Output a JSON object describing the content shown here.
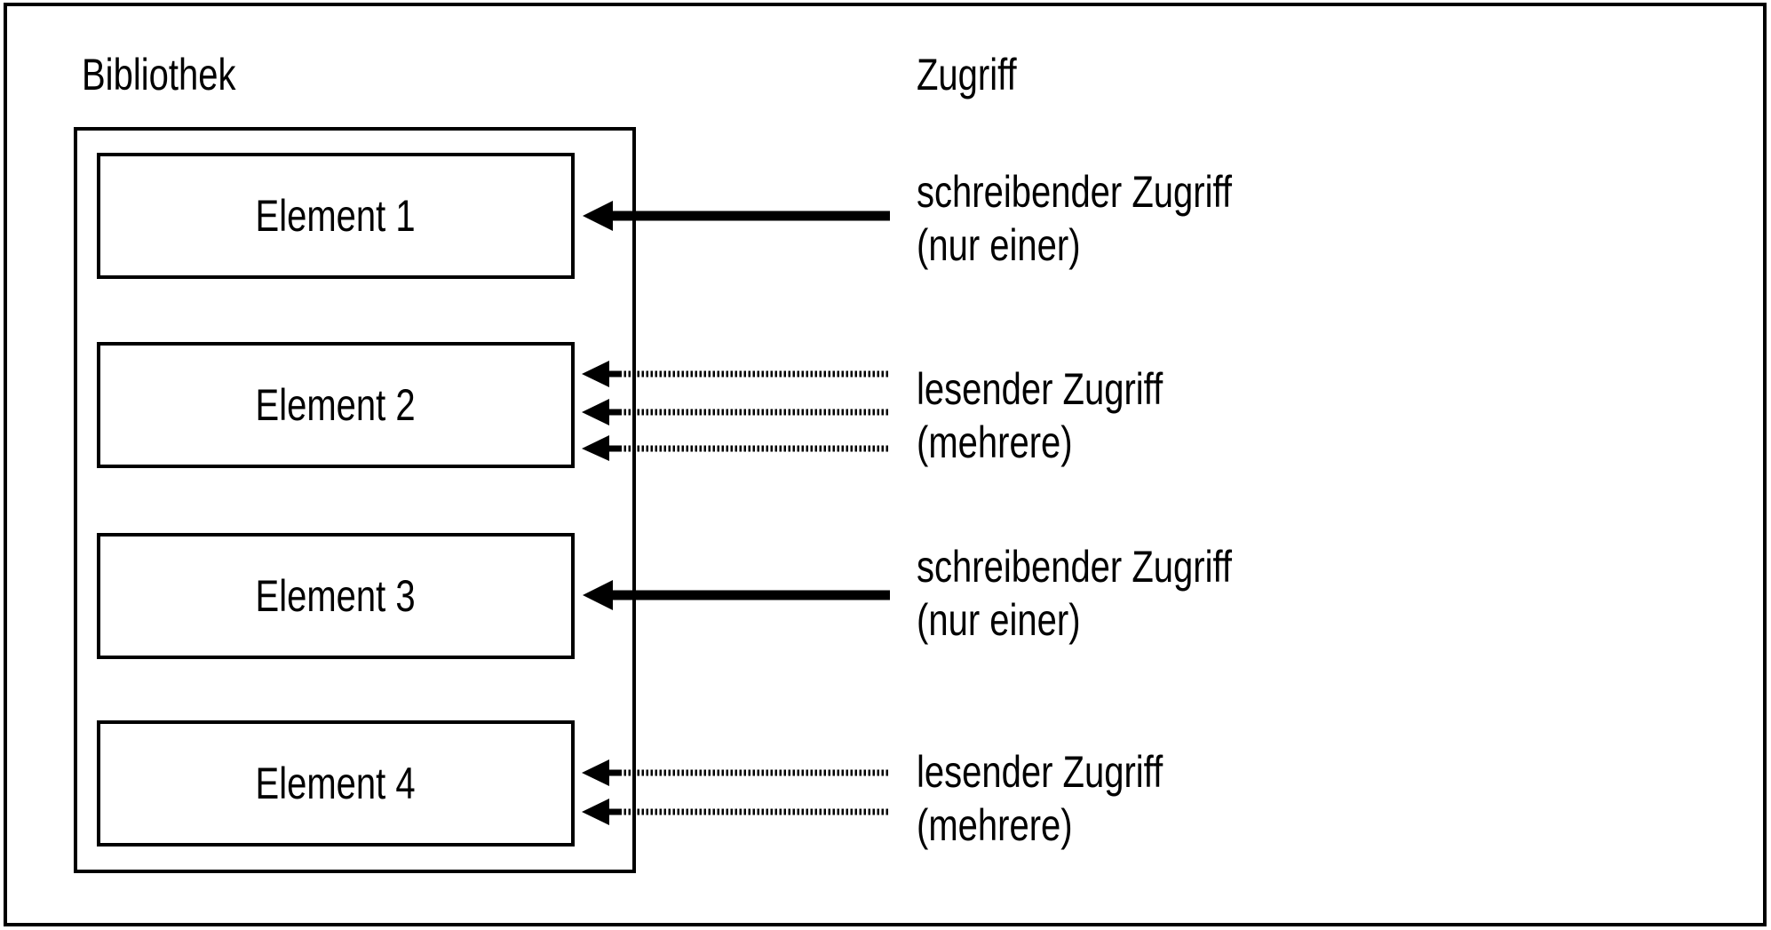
{
  "diagram": {
    "left_heading": "Bibliothek",
    "right_heading": "Zugriff",
    "library": {
      "elements": [
        {
          "label": "Element 1"
        },
        {
          "label": "Element 2"
        },
        {
          "label": "Element 3"
        },
        {
          "label": "Element 4"
        }
      ]
    },
    "accesses": [
      {
        "target": "Element 1",
        "type": "write",
        "arrow_style": "solid",
        "arrow_count": 1,
        "label_line1": "schreibender Zugriff",
        "label_line2": "(nur einer)"
      },
      {
        "target": "Element 2",
        "type": "read",
        "arrow_style": "dotted",
        "arrow_count": 3,
        "label_line1": "lesender Zugriff",
        "label_line2": "(mehrere)"
      },
      {
        "target": "Element 3",
        "type": "write",
        "arrow_style": "solid",
        "arrow_count": 1,
        "label_line1": "schreibender Zugriff",
        "label_line2": "(nur einer)"
      },
      {
        "target": "Element 4",
        "type": "read",
        "arrow_style": "dotted",
        "arrow_count": 2,
        "label_line1": "lesender Zugriff",
        "label_line2": "(mehrere)"
      }
    ],
    "colors": {
      "ink": "#000000",
      "paper": "#ffffff"
    }
  }
}
